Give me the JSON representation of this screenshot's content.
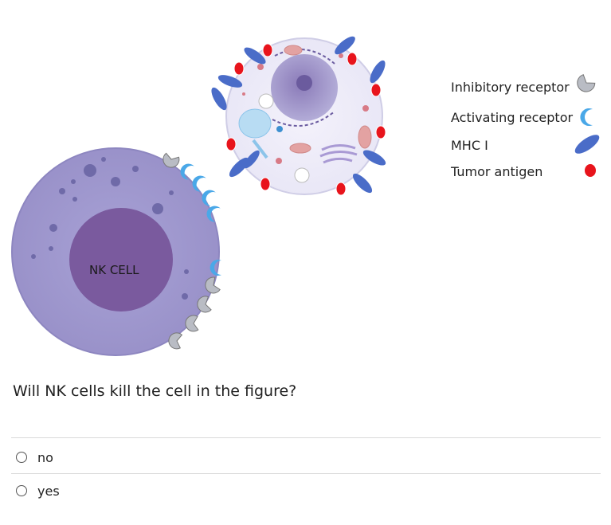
{
  "figure": {
    "cell_label": "NK CELL",
    "legend": [
      {
        "label": "Inhibitory receptor",
        "icon": "inhibitory-receptor-icon",
        "color": "#b9bcc4"
      },
      {
        "label": "Activating receptor",
        "icon": "activating-receptor-icon",
        "color": "#4aa8e8"
      },
      {
        "label": "MHC I",
        "icon": "mhc-i-icon",
        "color": "#4a6cc8"
      },
      {
        "label": "Tumor antigen",
        "icon": "tumor-antigen-icon",
        "color": "#e8141c"
      }
    ]
  },
  "question": {
    "text": "Will NK cells kill the cell in the figure?",
    "options": [
      {
        "label": "no",
        "selected": false
      },
      {
        "label": "yes",
        "selected": false
      }
    ]
  }
}
